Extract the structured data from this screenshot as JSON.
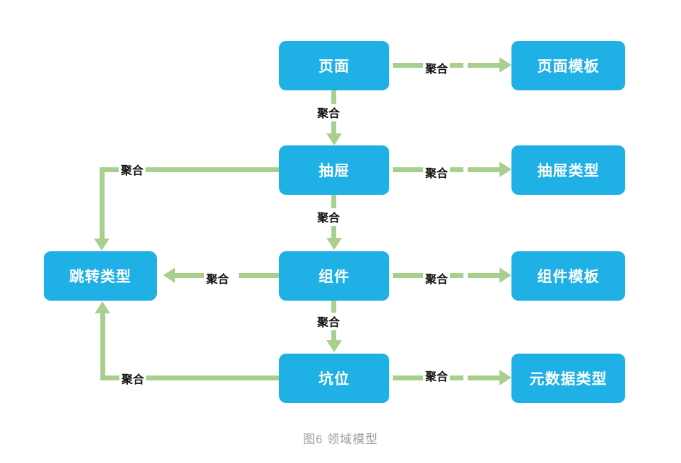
{
  "figure": {
    "caption": "图6 领域模型",
    "background": "#ffffff",
    "node_color": "#1fb0e6",
    "node_text_color": "#ffffff",
    "connector_color": "#a8cf8e",
    "label_color": "#111111",
    "caption_color": "#9aa0a6"
  },
  "nodes": {
    "page": "页面",
    "page_template": "页面模板",
    "drawer": "抽屉",
    "drawer_type": "抽屉类型",
    "jump_type": "跳转类型",
    "component": "组件",
    "component_template": "组件模板",
    "slot": "坑位",
    "metadata_type": "元数据类型"
  },
  "edges": {
    "page_to_page_template": "聚合",
    "page_to_drawer": "聚合",
    "drawer_to_jump_type": "聚合",
    "drawer_to_drawer_type": "聚合",
    "drawer_to_component": "聚合",
    "component_to_jump_type": "聚合",
    "component_to_component_template": "聚合",
    "component_to_slot": "聚合",
    "slot_to_jump_type": "聚合",
    "slot_to_metadata_type": "聚合"
  }
}
